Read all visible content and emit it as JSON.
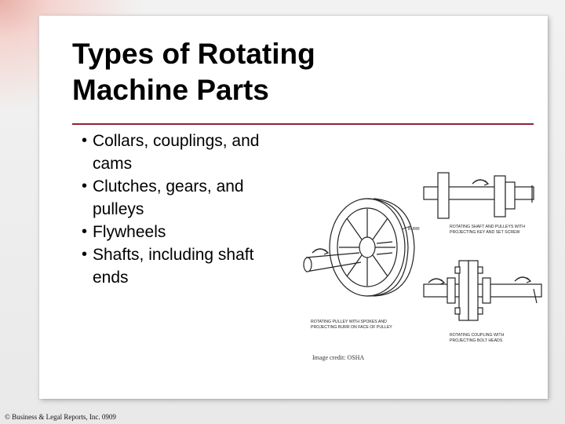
{
  "slide": {
    "title_line1": "Types of Rotating",
    "title_line2": "Machine Parts",
    "bullets": [
      "Collars, couplings, and cams",
      "Clutches, gears, and pulleys",
      "Flywheels",
      "Shafts, including shaft ends"
    ],
    "image_credit": "Image credit: OSHA",
    "footer_copyright": "© Business & Legal Reports, Inc. 0909"
  },
  "illustration": {
    "label_burr": "BURR",
    "caption_pulley_line1": "ROTATING PULLEY WITH SPOKES AND",
    "caption_pulley_line2": "PROJECTING BURR ON FACE OF PULLEY",
    "caption_shaft_line1": "ROTATING SHAFT AND PULLEYS WITH",
    "caption_shaft_line2": "PROJECTING KEY AND SET SCREW",
    "caption_coupling_line1": "ROTATING COUPLING WITH",
    "caption_coupling_line2": "PROJECTING BOLT HEADS"
  },
  "colors": {
    "title_rule": "#8b2335",
    "corner_accent": "#e8b0a8",
    "frame_gray": "#ececec"
  }
}
